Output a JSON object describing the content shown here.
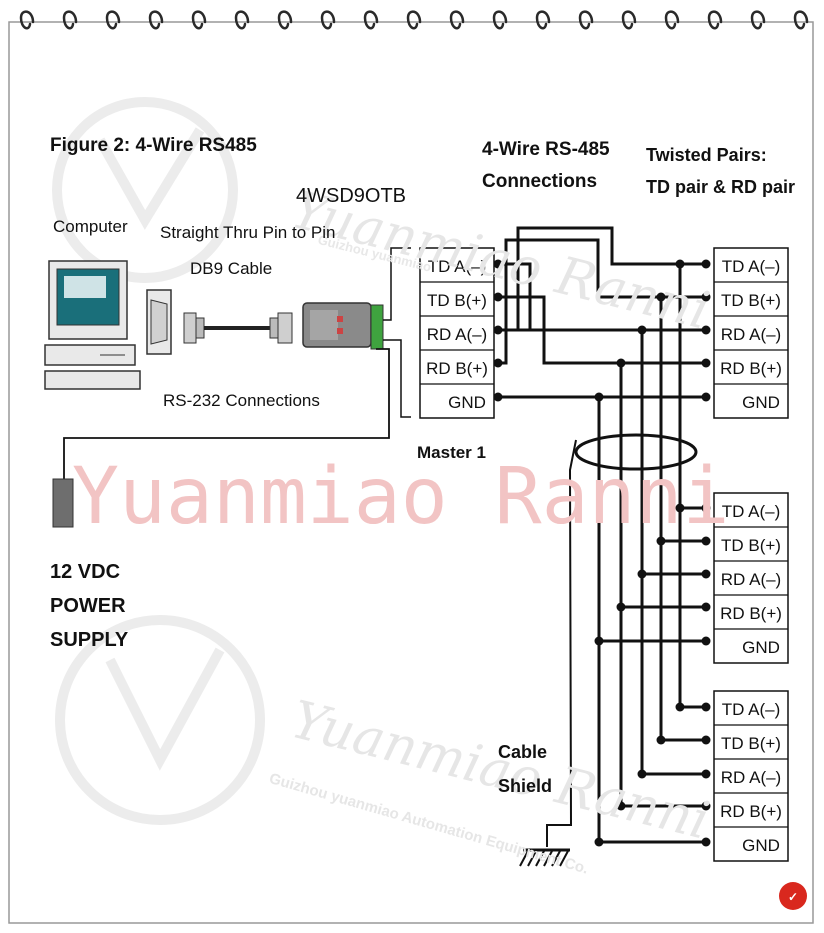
{
  "figure": {
    "title": "Figure 2:  4-Wire RS485",
    "device_model": "4WSD9OTB",
    "labels": {
      "computer": "Computer",
      "cable_line1": "Straight Thru Pin to Pin",
      "cable_line2": "DB9 Cable",
      "rs232": "RS-232 Connections",
      "master": "Master 1",
      "connections_line1": "4-Wire RS-485",
      "connections_line2": "Connections",
      "twisted_line1": "Twisted Pairs:",
      "twisted_line2": "TD pair & RD pair",
      "power_line1": "12 VDC",
      "power_line2": "POWER",
      "power_line3": "SUPPLY",
      "shield_line1": "Cable",
      "shield_line2": "Shield"
    },
    "terminal_labels": [
      "TD A(–)",
      "TD B(+)",
      "RD A(–)",
      "RD B(+)",
      "GND"
    ]
  },
  "watermark": {
    "main": "Yuanmiao Ranni",
    "script1": "Yuanmiao Ranni",
    "script2": "Yuanmiao Ranni",
    "company1": "Guizhou yuanmiao",
    "company2": "Guizhou yuanmiao  Automation Equipment Co."
  },
  "colors": {
    "line": "#111111",
    "binding": "#2a2a2a",
    "screen": "#1a6f7a",
    "connector_green": "#3fa33f",
    "watermark_red": "#f2c4c4",
    "watermark_grey": "#e6e6e6",
    "badge_red": "#d9281e"
  }
}
